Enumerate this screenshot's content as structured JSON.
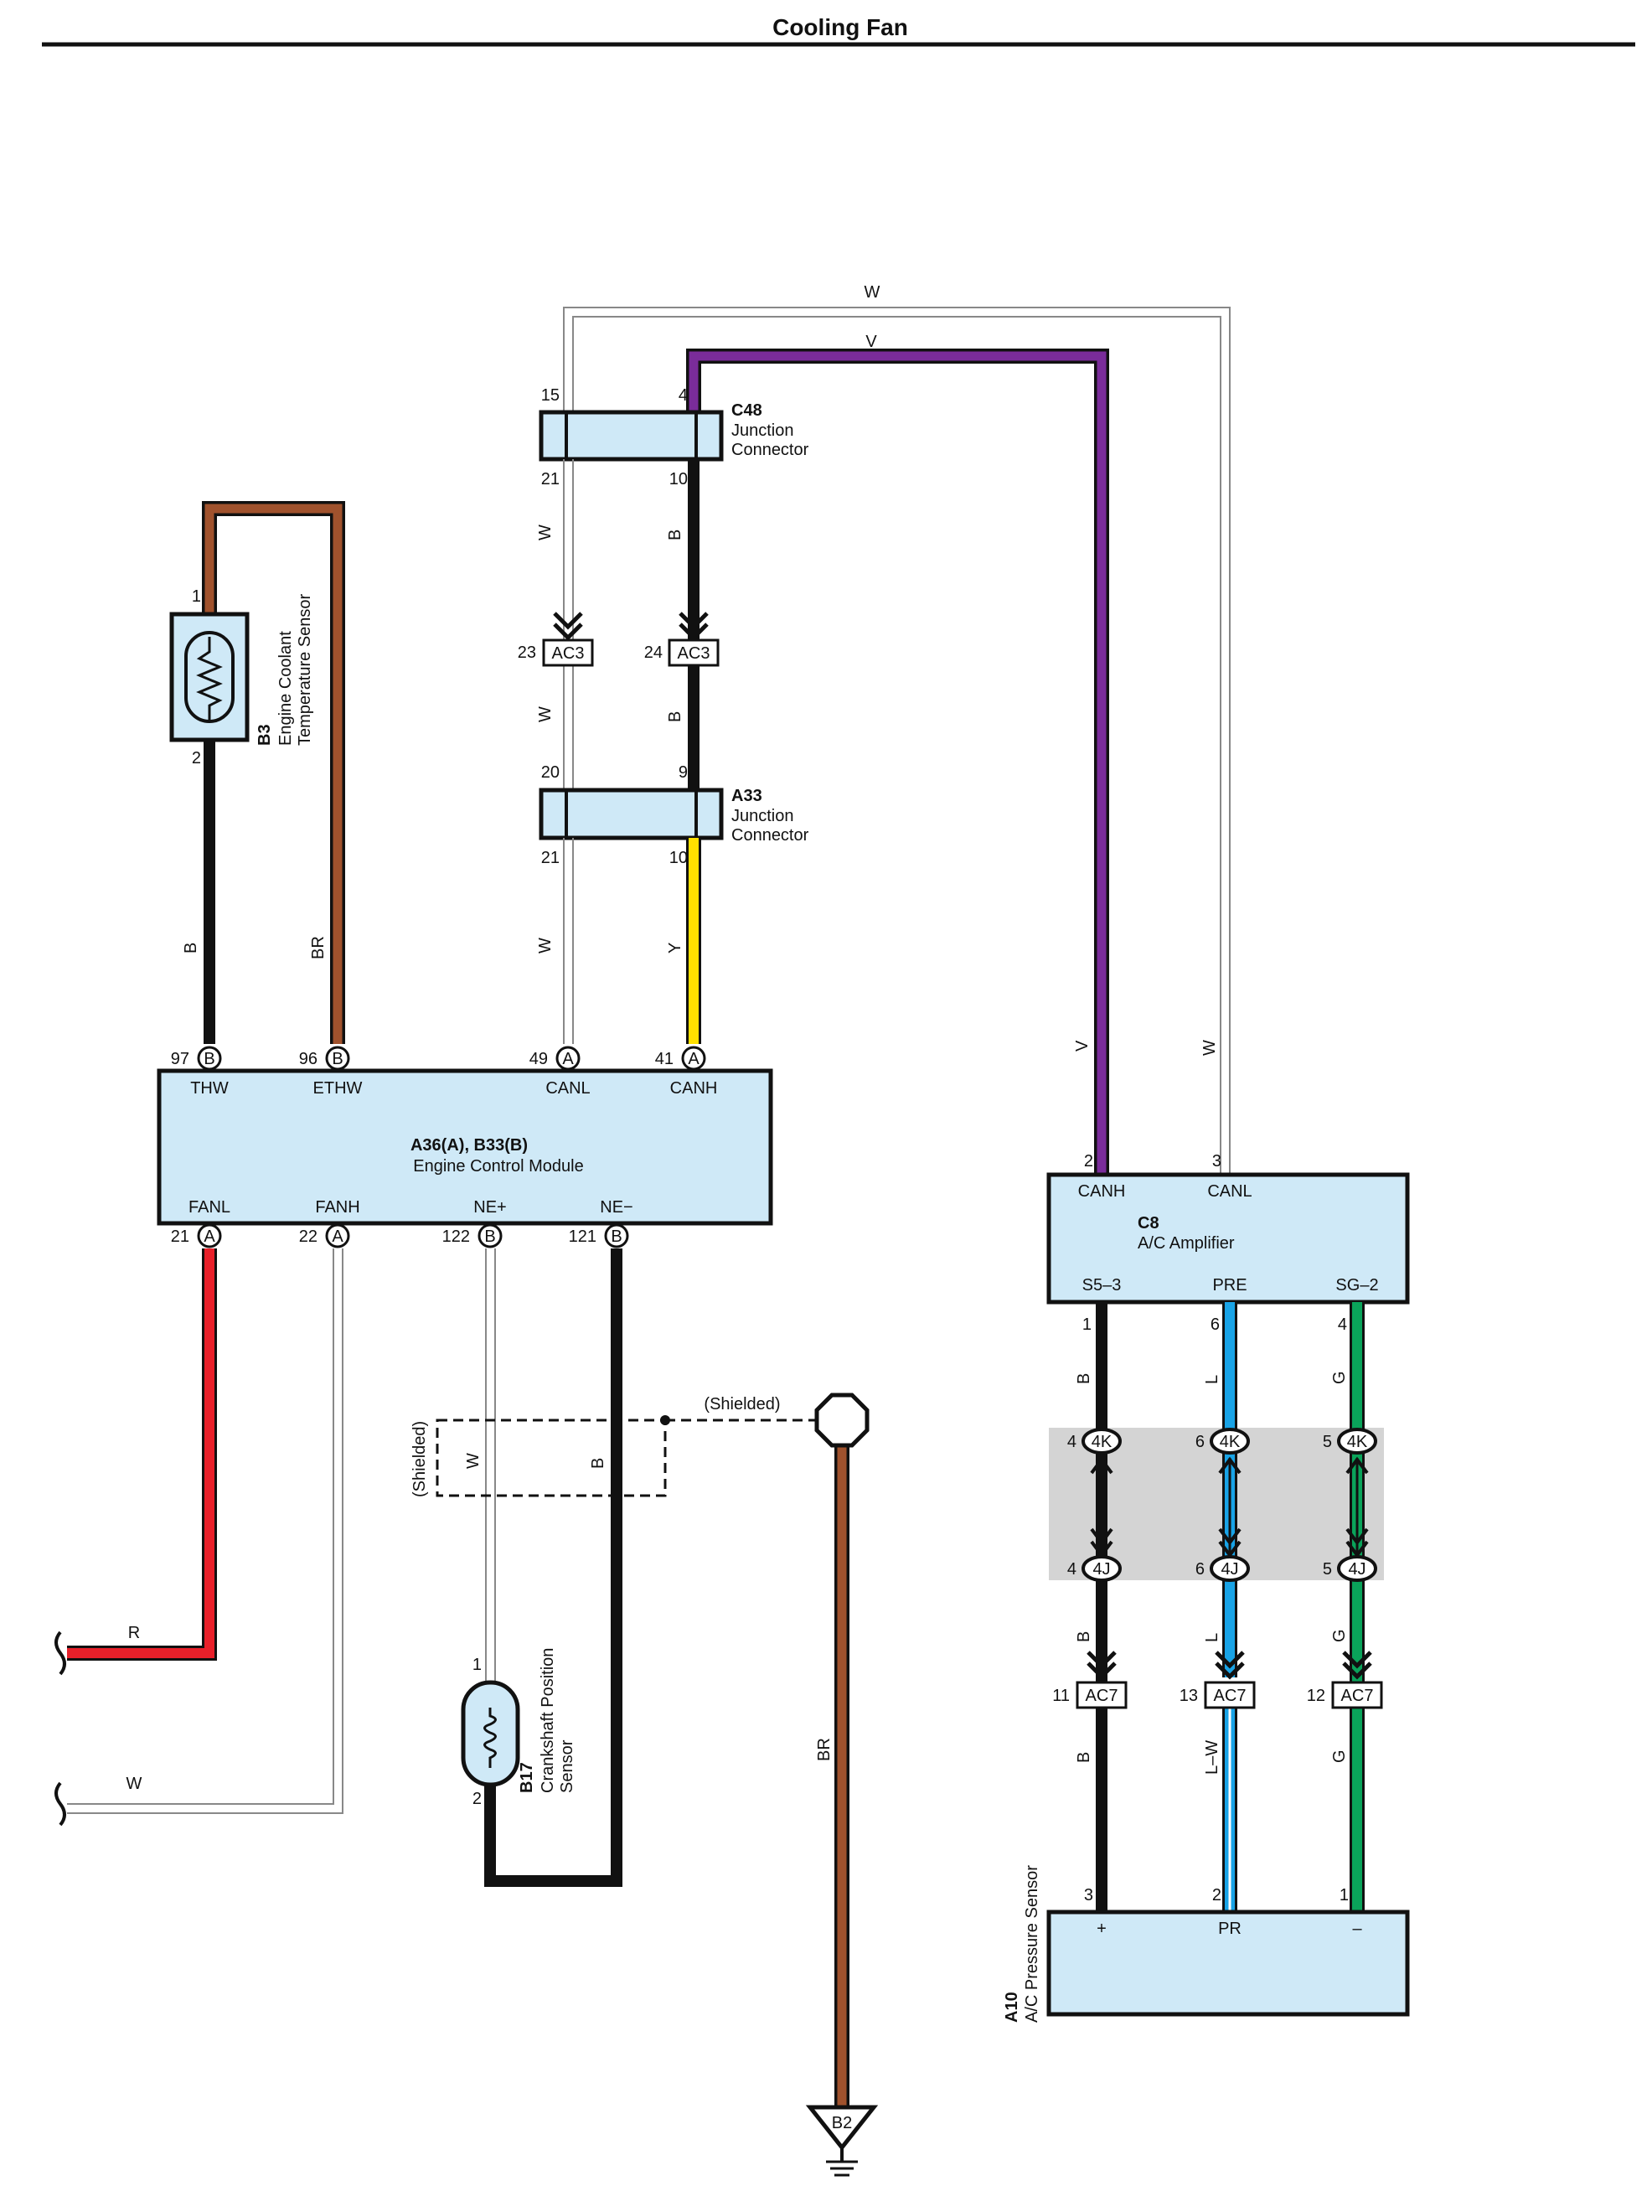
{
  "title": "Cooling Fan",
  "colors": {
    "component_fill": "#cfe9f7",
    "wire_black": "#111111",
    "wire_brown": "#a0522d",
    "wire_purple": "#7a2c9a",
    "wire_yellow": "#ffe000",
    "wire_red": "#e8202a",
    "wire_blue": "#19a3e6",
    "wire_green": "#0aa35a",
    "wire_white": "#ffffff",
    "shade_gray": "#d4d4d4"
  },
  "components": {
    "c48": {
      "id": "C48",
      "line1": "Junction",
      "line2": "Connector",
      "pins": {
        "p15": "15",
        "p4": "4",
        "p21": "21",
        "p10": "10"
      }
    },
    "a33": {
      "id": "A33",
      "line1": "Junction",
      "line2": "Connector",
      "pins": {
        "p20": "20",
        "p9": "9",
        "p21": "21",
        "p10": "10"
      }
    },
    "b3": {
      "id": "B3",
      "line1": "Engine Coolant",
      "line2": "Temperature Sensor",
      "pins": {
        "p1": "1",
        "p2": "2"
      }
    },
    "ecm": {
      "id": "A36(A), B33(B)",
      "name": "Engine Control Module",
      "top_pins": [
        {
          "num": "97",
          "conn": "B",
          "label": "THW"
        },
        {
          "num": "96",
          "conn": "B",
          "label": "ETHW"
        },
        {
          "num": "49",
          "conn": "A",
          "label": "CANL"
        },
        {
          "num": "41",
          "conn": "A",
          "label": "CANH"
        }
      ],
      "bottom_pins": [
        {
          "num": "21",
          "conn": "A",
          "label": "FANL"
        },
        {
          "num": "22",
          "conn": "A",
          "label": "FANH"
        },
        {
          "num": "122",
          "conn": "B",
          "label": "NE+"
        },
        {
          "num": "121",
          "conn": "B",
          "label": "NE−"
        }
      ]
    },
    "c8": {
      "id": "C8",
      "name": "A/C Amplifier",
      "top_pins": [
        {
          "num": "2",
          "label": "CANH"
        },
        {
          "num": "3",
          "label": "CANL"
        }
      ],
      "bottom_pins": [
        {
          "num": "1",
          "label": "S5–3"
        },
        {
          "num": "6",
          "label": "PRE"
        },
        {
          "num": "4",
          "label": "SG–2"
        }
      ]
    },
    "b17": {
      "id": "B17",
      "line1": "Crankshaft Position",
      "line2": "Sensor",
      "pins": {
        "p1": "1",
        "p2": "2"
      }
    },
    "a10": {
      "id": "A10",
      "name": "A/C Pressure Sensor",
      "pins": [
        {
          "num": "3",
          "label": "+"
        },
        {
          "num": "2",
          "label": "PR"
        },
        {
          "num": "1",
          "label": "–"
        }
      ]
    },
    "ground": {
      "id": "B2"
    }
  },
  "connectors": {
    "ac3_left": {
      "num": "23",
      "name": "AC3"
    },
    "ac3_right": {
      "num": "24",
      "name": "AC3"
    },
    "k1": {
      "num": "4",
      "name": "4K"
    },
    "k2": {
      "num": "6",
      "name": "4K"
    },
    "k3": {
      "num": "5",
      "name": "4K"
    },
    "j1": {
      "num": "4",
      "name": "4J"
    },
    "j2": {
      "num": "6",
      "name": "4J"
    },
    "j3": {
      "num": "5",
      "name": "4J"
    },
    "ac7_1": {
      "num": "11",
      "name": "AC7"
    },
    "ac7_2": {
      "num": "13",
      "name": "AC7"
    },
    "ac7_3": {
      "num": "12",
      "name": "AC7"
    }
  },
  "wire_labels": {
    "w_top": "W",
    "v_top": "V",
    "c48_w": "W",
    "c48_b": "B",
    "mid_w": "W",
    "mid_b": "B",
    "a33_w": "W",
    "a33_y": "Y",
    "b3_b": "B",
    "b3_br": "BR",
    "c8_v": "V",
    "c8_w": "W",
    "shield_w": "W",
    "shield_b": "B",
    "ground_br": "BR",
    "fan_r": "R",
    "fan_w": "W",
    "s_b1": "B",
    "s_l1": "L",
    "s_g1": "G",
    "s_b2": "B",
    "s_l2": "L",
    "s_g2": "G",
    "s_b3": "B",
    "s_lw": "L–W",
    "s_g3": "G"
  },
  "shielded": {
    "label": "(Shielded)"
  }
}
